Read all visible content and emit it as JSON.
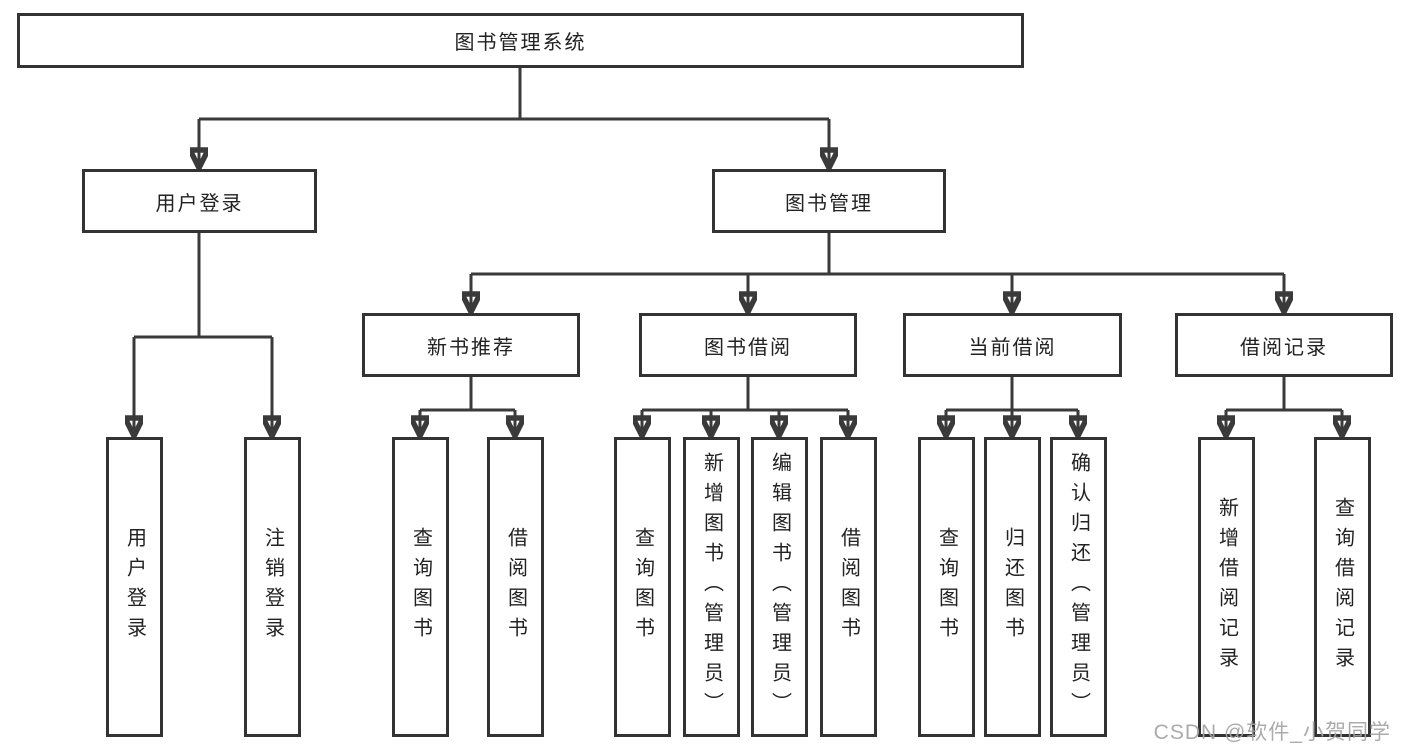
{
  "diagram": {
    "root": "图书管理系统",
    "children": [
      {
        "label": "用户登录",
        "children": [
          "用户登录",
          "注销登录"
        ]
      },
      {
        "label": "图书管理",
        "children": [
          {
            "label": "新书推荐",
            "children": [
              "查询图书",
              "借阅图书"
            ]
          },
          {
            "label": "图书借阅",
            "children": [
              "查询图书",
              "新增图书（管理员）",
              "编辑图书（管理员）",
              "借阅图书"
            ]
          },
          {
            "label": "当前借阅",
            "children": [
              "查询图书",
              "归还图书",
              "确认归还（管理员）"
            ]
          },
          {
            "label": "借阅记录",
            "children": [
              "新增借阅记录",
              "查询借阅记录"
            ]
          }
        ]
      }
    ]
  },
  "watermark": "CSDN @软件_小贺同学",
  "colors": {
    "line": "#3a3a3a",
    "box_border": "#333333",
    "text": "#222222",
    "watermark": "#a4a4a4",
    "background": "#ffffff"
  }
}
